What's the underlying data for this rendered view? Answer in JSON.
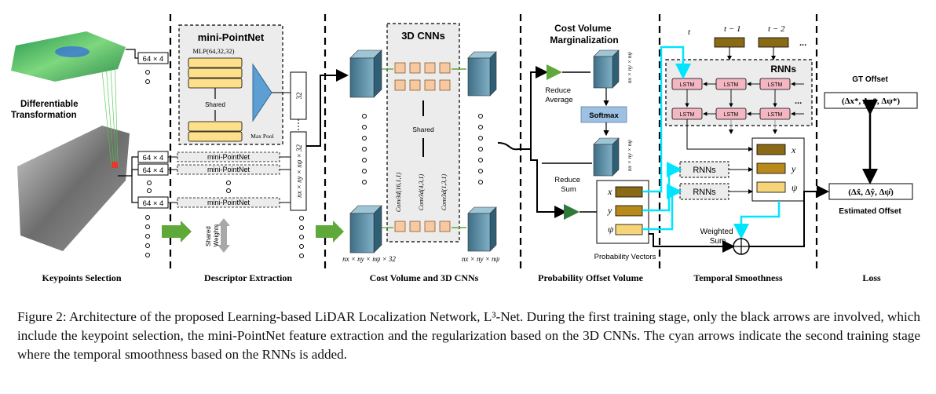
{
  "sections": {
    "keypoints": "Keypoints Selection",
    "descriptor": "Descriptor Extraction",
    "cost_volume": "Cost Volume and 3D CNNs",
    "probability": "Probability Offset Volume",
    "temporal": "Temporal Smoothness",
    "loss": "Loss"
  },
  "keypoints": {
    "diff_transform": "Differentiable\nTransformation",
    "dim_label": "64 × 4"
  },
  "descriptor": {
    "title": "mini-PointNet",
    "mlp": "MLP(64,32,32)",
    "shared": "Shared",
    "maxpool": "Max Pool",
    "row_label": "mini-PointNet",
    "shared_weights": "Shared\nWeights",
    "vec32": "32",
    "concat_dim": "nx × ny × nψ × 32"
  },
  "cost_volume": {
    "title": "3D CNNs",
    "shared": "Shared",
    "conv1": "Conv3d(16,1,1)",
    "conv2": "Conv3d(4,3,1)",
    "conv3": "Conv3d(1,3,1)",
    "in_dim": "nx × ny × nψ × 32",
    "out_dim": "nx × ny × nψ"
  },
  "probability": {
    "marginalization": "Cost Volume\nMarginalization",
    "reduce_average": "Reduce\nAverage",
    "softmax": "Softmax",
    "reduce_sum": "Reduce\nSum",
    "vectors": "Probability Vectors",
    "x": "x",
    "y": "y",
    "psi": "ψ",
    "dim": "nx × ny × nψ"
  },
  "temporal": {
    "t0": "t",
    "t1": "t − 1",
    "t2": "t − 2",
    "dots": "...",
    "rnns": "RNNs",
    "lstm": "LSTM",
    "weighted_sum": "Weighted\nSum"
  },
  "loss": {
    "gt_offset": "GT Offset",
    "gt_formula": "(Δx*, Δy*, Δψ*)",
    "est_formula": "(Δx̂, Δŷ, Δψ̂)",
    "est_offset": "Estimated Offset"
  },
  "caption": "Figure 2: Architecture of the proposed Learning-based LiDAR Localization Network, L³-Net. During the first training stage, only the black arrows are involved, which include the keypoint selection, the mini-PointNet feature extraction and the regularization based on the 3D CNNs. The cyan arrows indicate the second training stage where the temporal smoothness based on the RNNs is added.",
  "colors": {
    "arrow_black": "#000000",
    "arrow_cyan": "#00e5ff",
    "arrow_green": "#5fa83a",
    "lstm_fill": "#f4b6c2",
    "cube_fill": "#f6c9a0",
    "softmax_fill": "#9ec1e3",
    "mlp_fill": "#ffe08a",
    "volume_fill": "#5a8aa0"
  }
}
